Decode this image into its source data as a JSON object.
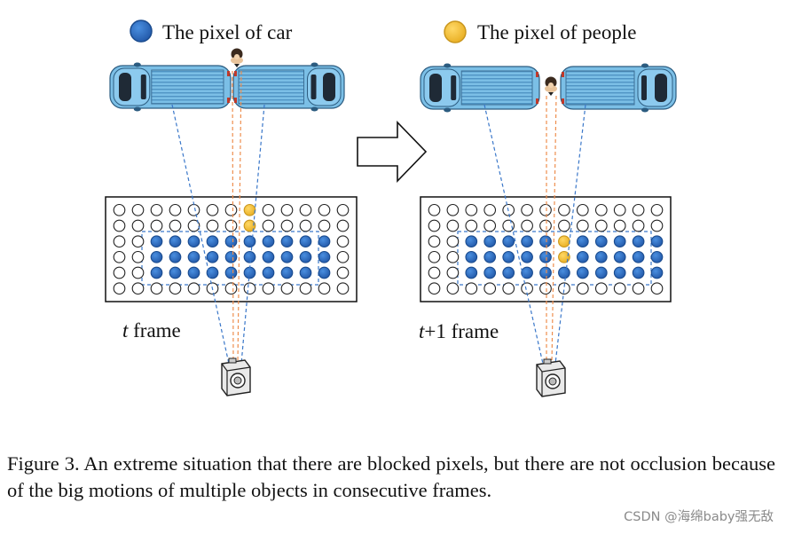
{
  "legend": {
    "car_label": "The pixel of car",
    "people_label": "The pixel of people"
  },
  "frames": {
    "left_label_var": "t",
    "left_label_rest": " frame",
    "right_label_var": "t",
    "right_label_rest": "+1 frame"
  },
  "caption": "Figure 3.  An extreme situation that there are blocked pixels, but there are not occlusion because of the big motions of multiple objects in consecutive frames.",
  "watermark": "CSDN @海绵baby强无敌",
  "colors": {
    "car_pixel": "#2f6cc7",
    "car_pixel_stroke": "#1a4b8e",
    "people_pixel": "#f2c13c",
    "people_pixel_stroke": "#c9961d",
    "car_body": "#7bbfe6",
    "car_dark": "#1f2a36",
    "blue_dash": "#3a77c9",
    "orange_dash": "#ee8e4e",
    "grid_border": "#111111"
  },
  "grid": {
    "rows": 6,
    "cols": 13
  }
}
